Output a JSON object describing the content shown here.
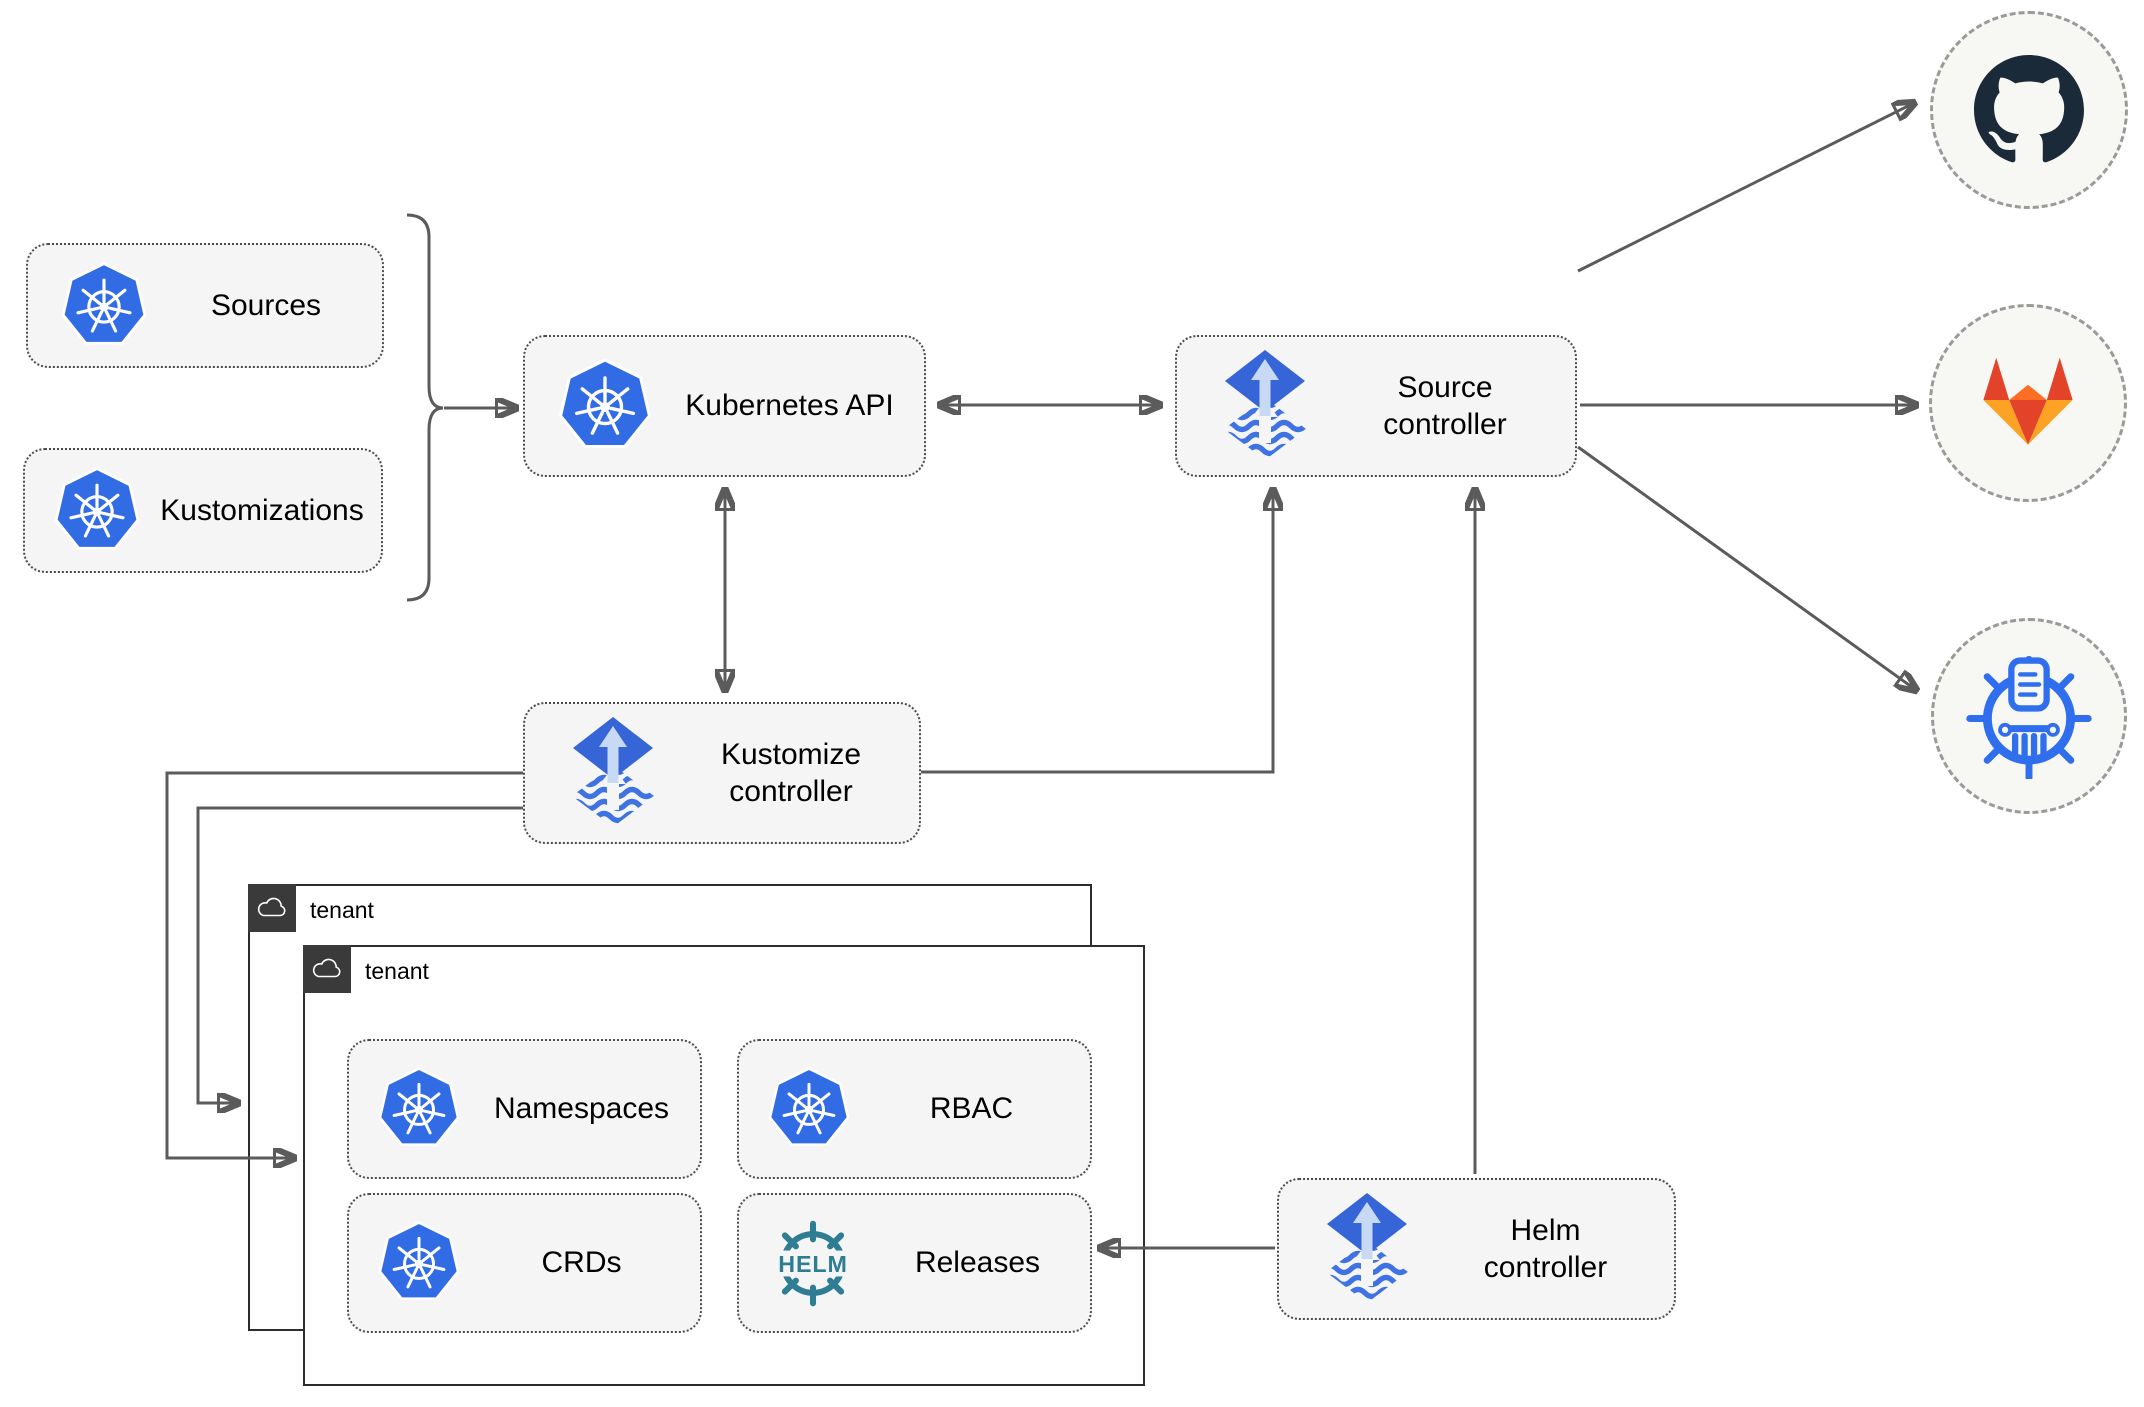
{
  "nodes": {
    "sources": {
      "label": "Sources"
    },
    "kustomizations": {
      "label": "Kustomizations"
    },
    "kubernetes_api": {
      "label": "Kubernetes API"
    },
    "source_controller": {
      "label": "Source controller"
    },
    "kustomize_controller": {
      "label": "Kustomize controller"
    },
    "helm_controller": {
      "label": "Helm controller"
    },
    "namespaces": {
      "label": "Namespaces"
    },
    "rbac": {
      "label": "RBAC"
    },
    "crds": {
      "label": "CRDs"
    },
    "releases": {
      "label": "Releases"
    }
  },
  "groups": {
    "tenant_back": {
      "label": "tenant"
    },
    "tenant_front": {
      "label": "tenant"
    }
  },
  "logos": {
    "helm_text": "HELM"
  },
  "external_targets": [
    "github",
    "gitlab",
    "chartmuseum"
  ],
  "colors": {
    "kubernetes_blue": "#326ce5",
    "flux_blue": "#3565d7",
    "flux_light_arrow": "#c8d9f4",
    "github_dark": "#1b2a38",
    "gitlab_red": "#e24329",
    "gitlab_orange": "#fc6d26",
    "gitlab_yellow": "#fca326",
    "chartmuseum_blue": "#2f6fed",
    "helm_teal": "#2e7d92",
    "arrow_gray": "#5b5b5b",
    "node_background": "#f5f5f5",
    "tenant_header_background": "#3a3a3a"
  }
}
